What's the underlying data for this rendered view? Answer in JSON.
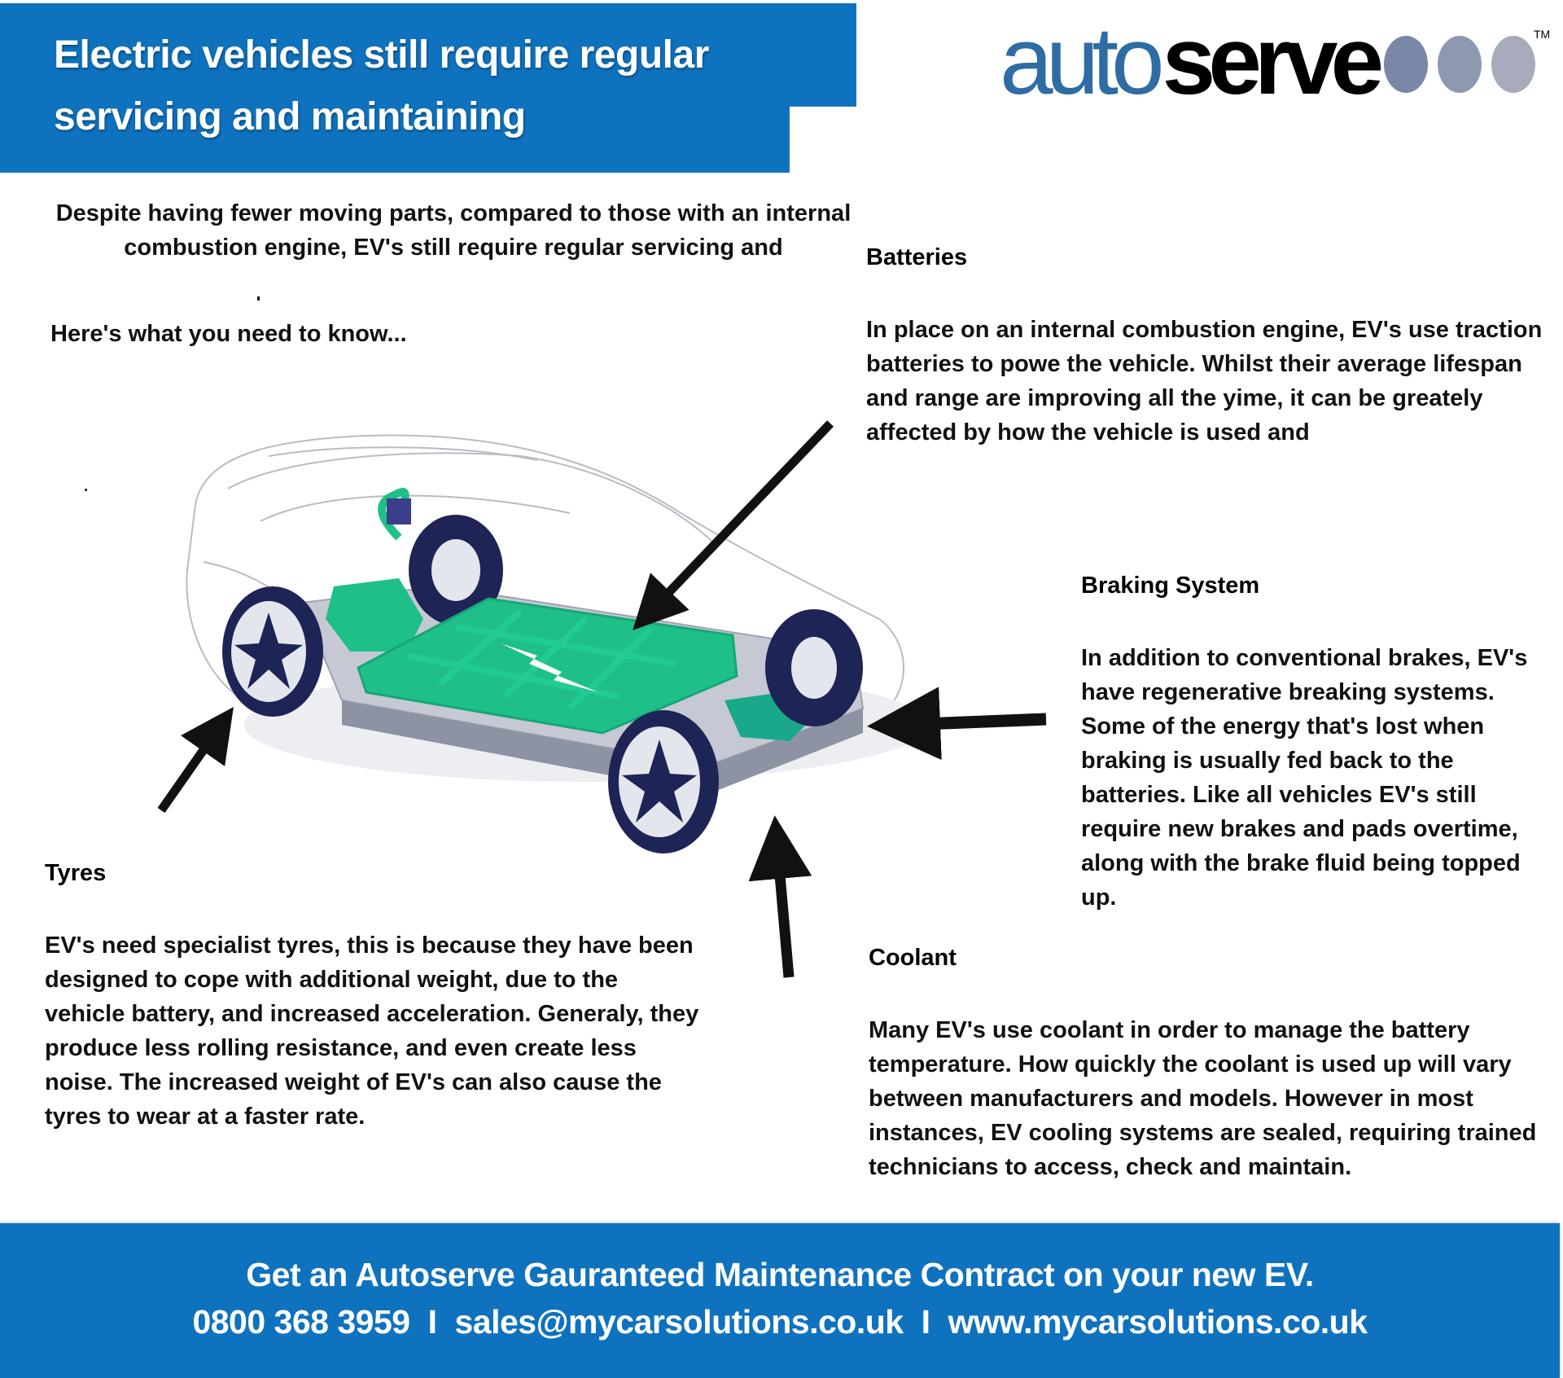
{
  "header": {
    "title_line1": "Electric vehicles still require regular",
    "title_line2": "servicing and maintaining",
    "banner_color": "#0f72be"
  },
  "logo": {
    "part1": "auto",
    "part2": "serve",
    "trademark": "TM",
    "part1_color": "#2e6ca4",
    "dot_colors": [
      "#7a87a6",
      "#8f98b1",
      "#a7abbb"
    ]
  },
  "intro": {
    "text": "Despite having fewer moving parts, compared to those with an internal combustion engine, EV's still require regular servicing and",
    "cta": "Here's what you need to know..."
  },
  "sections": {
    "batteries": {
      "heading": "Batteries",
      "body": "In place on an internal combustion engine, EV's use traction batteries to powe the vehicle. Whilst their average lifespan and range are improving all the yime, it can be greately affected by how the vehicle is used and"
    },
    "braking": {
      "heading": "Braking System",
      "body": "In addition to conventional brakes, EV's have regenerative breaking systems. Some of the energy that's lost when braking is usually fed back to the batteries. Like all vehicles EV's still require new brakes and pads overtime, along with the brake fluid being topped up."
    },
    "tyres": {
      "heading": "Tyres",
      "body": "EV's need specialist tyres, this is because they have been designed to cope with additional weight, due to the vehicle battery, and increased acceleration. Generaly, they produce less rolling resistance, and even create less noise. The increased weight of EV's can also cause the tyres to wear at a faster rate."
    },
    "coolant": {
      "heading": "Coolant",
      "body": "Many EV's use coolant in order to manage the battery temperature. How quickly the coolant is used up will vary between manufacturers and models. However in most instances, EV cooling systems are sealed, requiring trained technicians to access, check and maintain."
    }
  },
  "illustration": {
    "subject": "ev-chassis-with-battery-pack",
    "battery_color": "#1fbf8a",
    "wheel_color": "#1f2456"
  },
  "footer": {
    "headline": "Get an Autoserve Gauranteed Maintenance Contract on your new EV.",
    "phone": "0800 368 3959",
    "separator": "I",
    "email": "sales@mycarsolutions.co.uk",
    "website": "www.mycarsolutions.co.uk"
  }
}
